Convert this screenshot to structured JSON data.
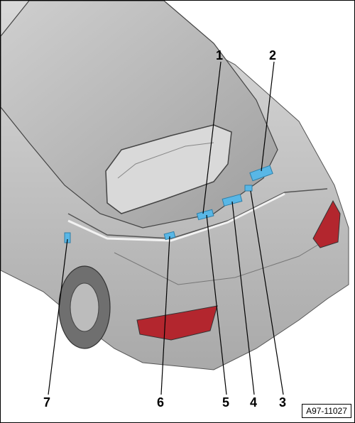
{
  "figure": {
    "reference_code": "A97-11027",
    "accent_color": "#59b7e6",
    "body_color": "#c8c8c8",
    "callouts": [
      {
        "id": "c1",
        "label": "1"
      },
      {
        "id": "c2",
        "label": "2"
      },
      {
        "id": "c3",
        "label": "3"
      },
      {
        "id": "c4",
        "label": "4"
      },
      {
        "id": "c5",
        "label": "5"
      },
      {
        "id": "c6",
        "label": "6"
      },
      {
        "id": "c7",
        "label": "7"
      }
    ]
  }
}
